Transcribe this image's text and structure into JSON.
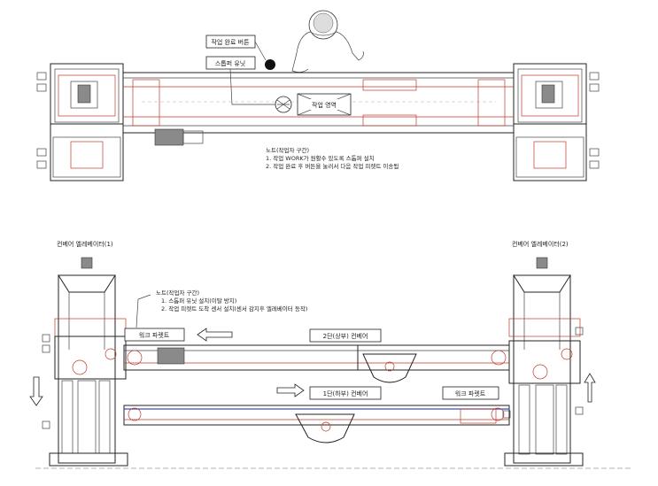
{
  "top_view": {
    "callout_work_button": "작업 완료 버튼",
    "callout_stopper": "스톱퍼 유닛",
    "work_area_box": "작업 영역",
    "note_title": "노트(작업자 구간)",
    "note_line1": "1. 작업 WORK가 원활수 있도록 스톱퍼 설치",
    "note_line2": "2. 작업 완료 후 버튼을 눌러서 다음 작업 피렛트 이송됨"
  },
  "side_view": {
    "elevator_left": "컨베어 엘레베이터(1)",
    "elevator_right": "컨베어 엘레베이터(2)",
    "note_title": "노트(작업자 구간)",
    "note_line1": "1. 스톱퍼 유닛 설치(이탈 방지)",
    "note_line2": "2. 작업 피렛트 도착 센서 설치(센서 감지후 엘레베이터 동작)",
    "jig_pallet_upper": "워크 파렛트",
    "upper_conveyor": "2단(상부) 컨베어",
    "lower_conveyor": "1단(하부) 컨베어",
    "jig_pallet_lower": "워크 파렛트"
  },
  "colors": {
    "line": "#333333",
    "accent": "#c0392b",
    "motor": "#8a8a8a"
  }
}
